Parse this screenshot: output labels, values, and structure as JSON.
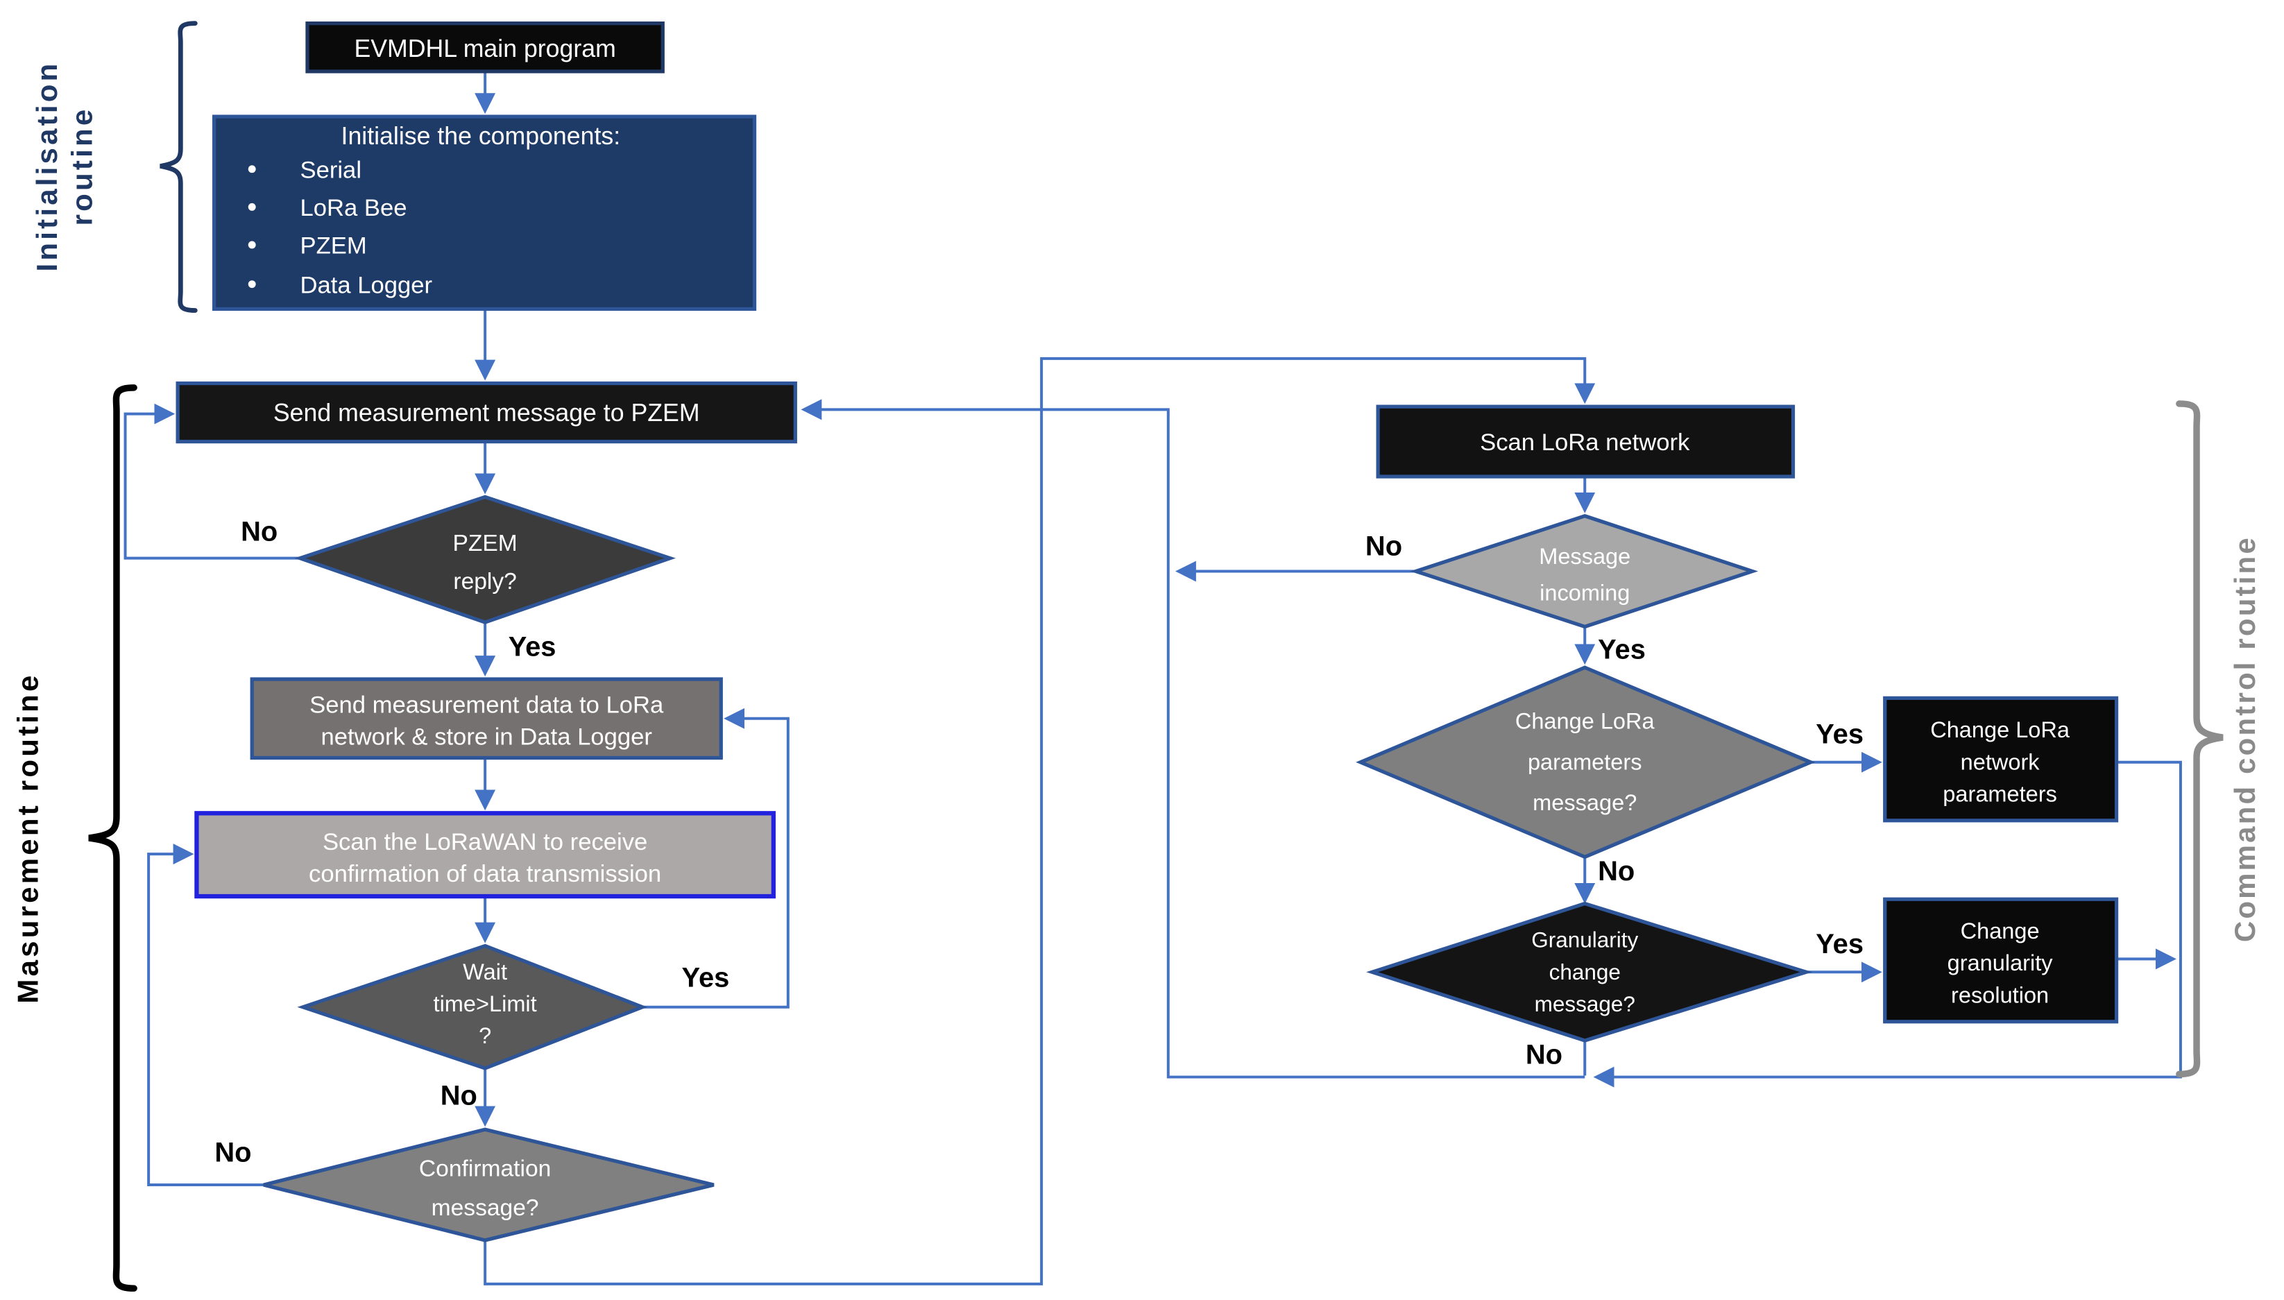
{
  "sections": {
    "initialisation": {
      "label_line1": "Initialisation",
      "label_line2": "routine"
    },
    "measurement": {
      "label": "Masurement routine"
    },
    "command": {
      "label": "Command control routine"
    }
  },
  "nodes": {
    "main_program": {
      "label": "EVMDHL main program"
    },
    "init_components": {
      "title": "Initialise the components:",
      "items": [
        "Serial",
        "LoRa Bee",
        "PZEM",
        "Data Logger"
      ]
    },
    "send_pzem": {
      "label": "Send measurement message to PZEM"
    },
    "pzem_reply": {
      "line1": "PZEM",
      "line2": "reply?"
    },
    "send_data": {
      "line1": "Send measurement data to LoRa",
      "line2": "network & store in Data Logger"
    },
    "scan_lorawan": {
      "line1": "Scan the LoRaWAN to receive",
      "line2": "confirmation of data transmission"
    },
    "wait_limit": {
      "line1": "Wait",
      "line2": "time>Limit",
      "line3": "?"
    },
    "confirmation": {
      "line1": "Confirmation",
      "line2": "message?"
    },
    "scan_lora": {
      "label": "Scan LoRa network"
    },
    "msg_incoming": {
      "line1": "Message",
      "line2": "incoming"
    },
    "change_params_q": {
      "line1": "Change  LoRa",
      "line2": "parameters",
      "line3": "message?"
    },
    "change_params": {
      "line1": "Change LoRa",
      "line2": "network",
      "line3": "parameters"
    },
    "granularity_q": {
      "line1": "Granularity",
      "line2": "change",
      "line3": "message?"
    },
    "change_gran": {
      "line1": "Change",
      "line2": "granularity",
      "line3": "resolution"
    }
  },
  "edge_labels": {
    "pzem_no": "No",
    "pzem_yes": "Yes",
    "wait_yes": "Yes",
    "wait_no": "No",
    "conf_no": "No",
    "msg_no": "No",
    "msg_yes": "Yes",
    "params_yes": "Yes",
    "params_no": "No",
    "gran_yes": "Yes",
    "gran_no": "No"
  },
  "colors": {
    "flow_line": "#4472C4",
    "border_navy": "#2E5597",
    "border_dark_navy": "#1F3864",
    "border_bright_blue": "#2222DE",
    "fills": {
      "main_program": "#0A0A0A",
      "init_components": "#1E3A66",
      "send_pzem": "#161616",
      "pzem_reply": "#3B3B3B",
      "send_data": "#767171",
      "scan_lorawan": "#ACA8A8",
      "wait_limit": "#595959",
      "confirmation": "#808080",
      "scan_lora": "#121212",
      "msg_incoming": "#A8A8A8",
      "change_params_q": "#7F7F7F",
      "granularity_q": "#141414",
      "change_params": "#0A0A0A",
      "change_gran": "#0A0A0A"
    },
    "text_white": "#FFFFFF",
    "edge_label_text": "#000000",
    "label_initialisation": "#1F3864",
    "label_measurement": "#000000",
    "label_command": "#8A8A8A",
    "bracket_initialisation": "#1F3864",
    "bracket_measurement": "#000000",
    "bracket_command": "#8C8C8C"
  }
}
